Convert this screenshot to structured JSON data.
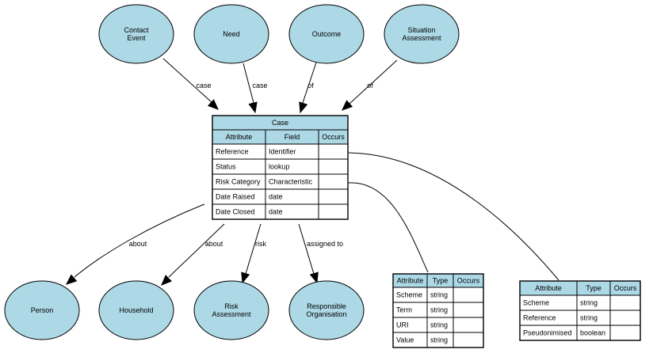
{
  "colors": {
    "node_fill": "#add8e6",
    "stroke": "#000000",
    "background": "#ffffff"
  },
  "nodes": [
    {
      "id": "contact-event",
      "label": [
        "Contact",
        "Event"
      ]
    },
    {
      "id": "need",
      "label": [
        "Need"
      ]
    },
    {
      "id": "outcome",
      "label": [
        "Outcome"
      ]
    },
    {
      "id": "situation-assessment",
      "label": [
        "Situation",
        "Assessment"
      ]
    },
    {
      "id": "person",
      "label": [
        "Person"
      ]
    },
    {
      "id": "household",
      "label": [
        "Household"
      ]
    },
    {
      "id": "risk-assessment",
      "label": [
        "Risk",
        "Assessment"
      ]
    },
    {
      "id": "responsible-organisation",
      "label": [
        "Responsible",
        "Organisation"
      ]
    }
  ],
  "tables": [
    {
      "id": "case",
      "title": "Case",
      "columns": [
        "Attribute",
        "Field",
        "Occurs"
      ],
      "rows": [
        [
          "Reference",
          "Identifier",
          ""
        ],
        [
          "Status",
          "lookup",
          ""
        ],
        [
          "Risk Category",
          "Characteristic",
          ""
        ],
        [
          "Date Raised",
          "date",
          ""
        ],
        [
          "Date Closed",
          "date",
          ""
        ]
      ]
    },
    {
      "id": "characteristic",
      "title": "",
      "columns": [
        "Attribute",
        "Type",
        "Occurs"
      ],
      "rows": [
        [
          "Scheme",
          "string",
          ""
        ],
        [
          "Term",
          "string",
          ""
        ],
        [
          "URI",
          "string",
          ""
        ],
        [
          "Value",
          "string",
          ""
        ]
      ]
    },
    {
      "id": "identifier",
      "title": "",
      "columns": [
        "Attribute",
        "Type",
        "Occurs"
      ],
      "rows": [
        [
          "Scheme",
          "string",
          ""
        ],
        [
          "Reference",
          "string",
          ""
        ],
        [
          "Pseudonimised",
          "boolean",
          ""
        ]
      ]
    }
  ],
  "edges": [
    {
      "id": "contact-event-case",
      "label": "case"
    },
    {
      "id": "need-case",
      "label": "case"
    },
    {
      "id": "outcome-case",
      "label": "of"
    },
    {
      "id": "situation-case",
      "label": "of"
    },
    {
      "id": "case-person",
      "label": "about"
    },
    {
      "id": "case-household",
      "label": "about"
    },
    {
      "id": "case-risk",
      "label": "risk"
    },
    {
      "id": "case-org",
      "label": "assigned to"
    },
    {
      "id": "case-characteristic",
      "label": ""
    },
    {
      "id": "case-identifier",
      "label": ""
    }
  ]
}
